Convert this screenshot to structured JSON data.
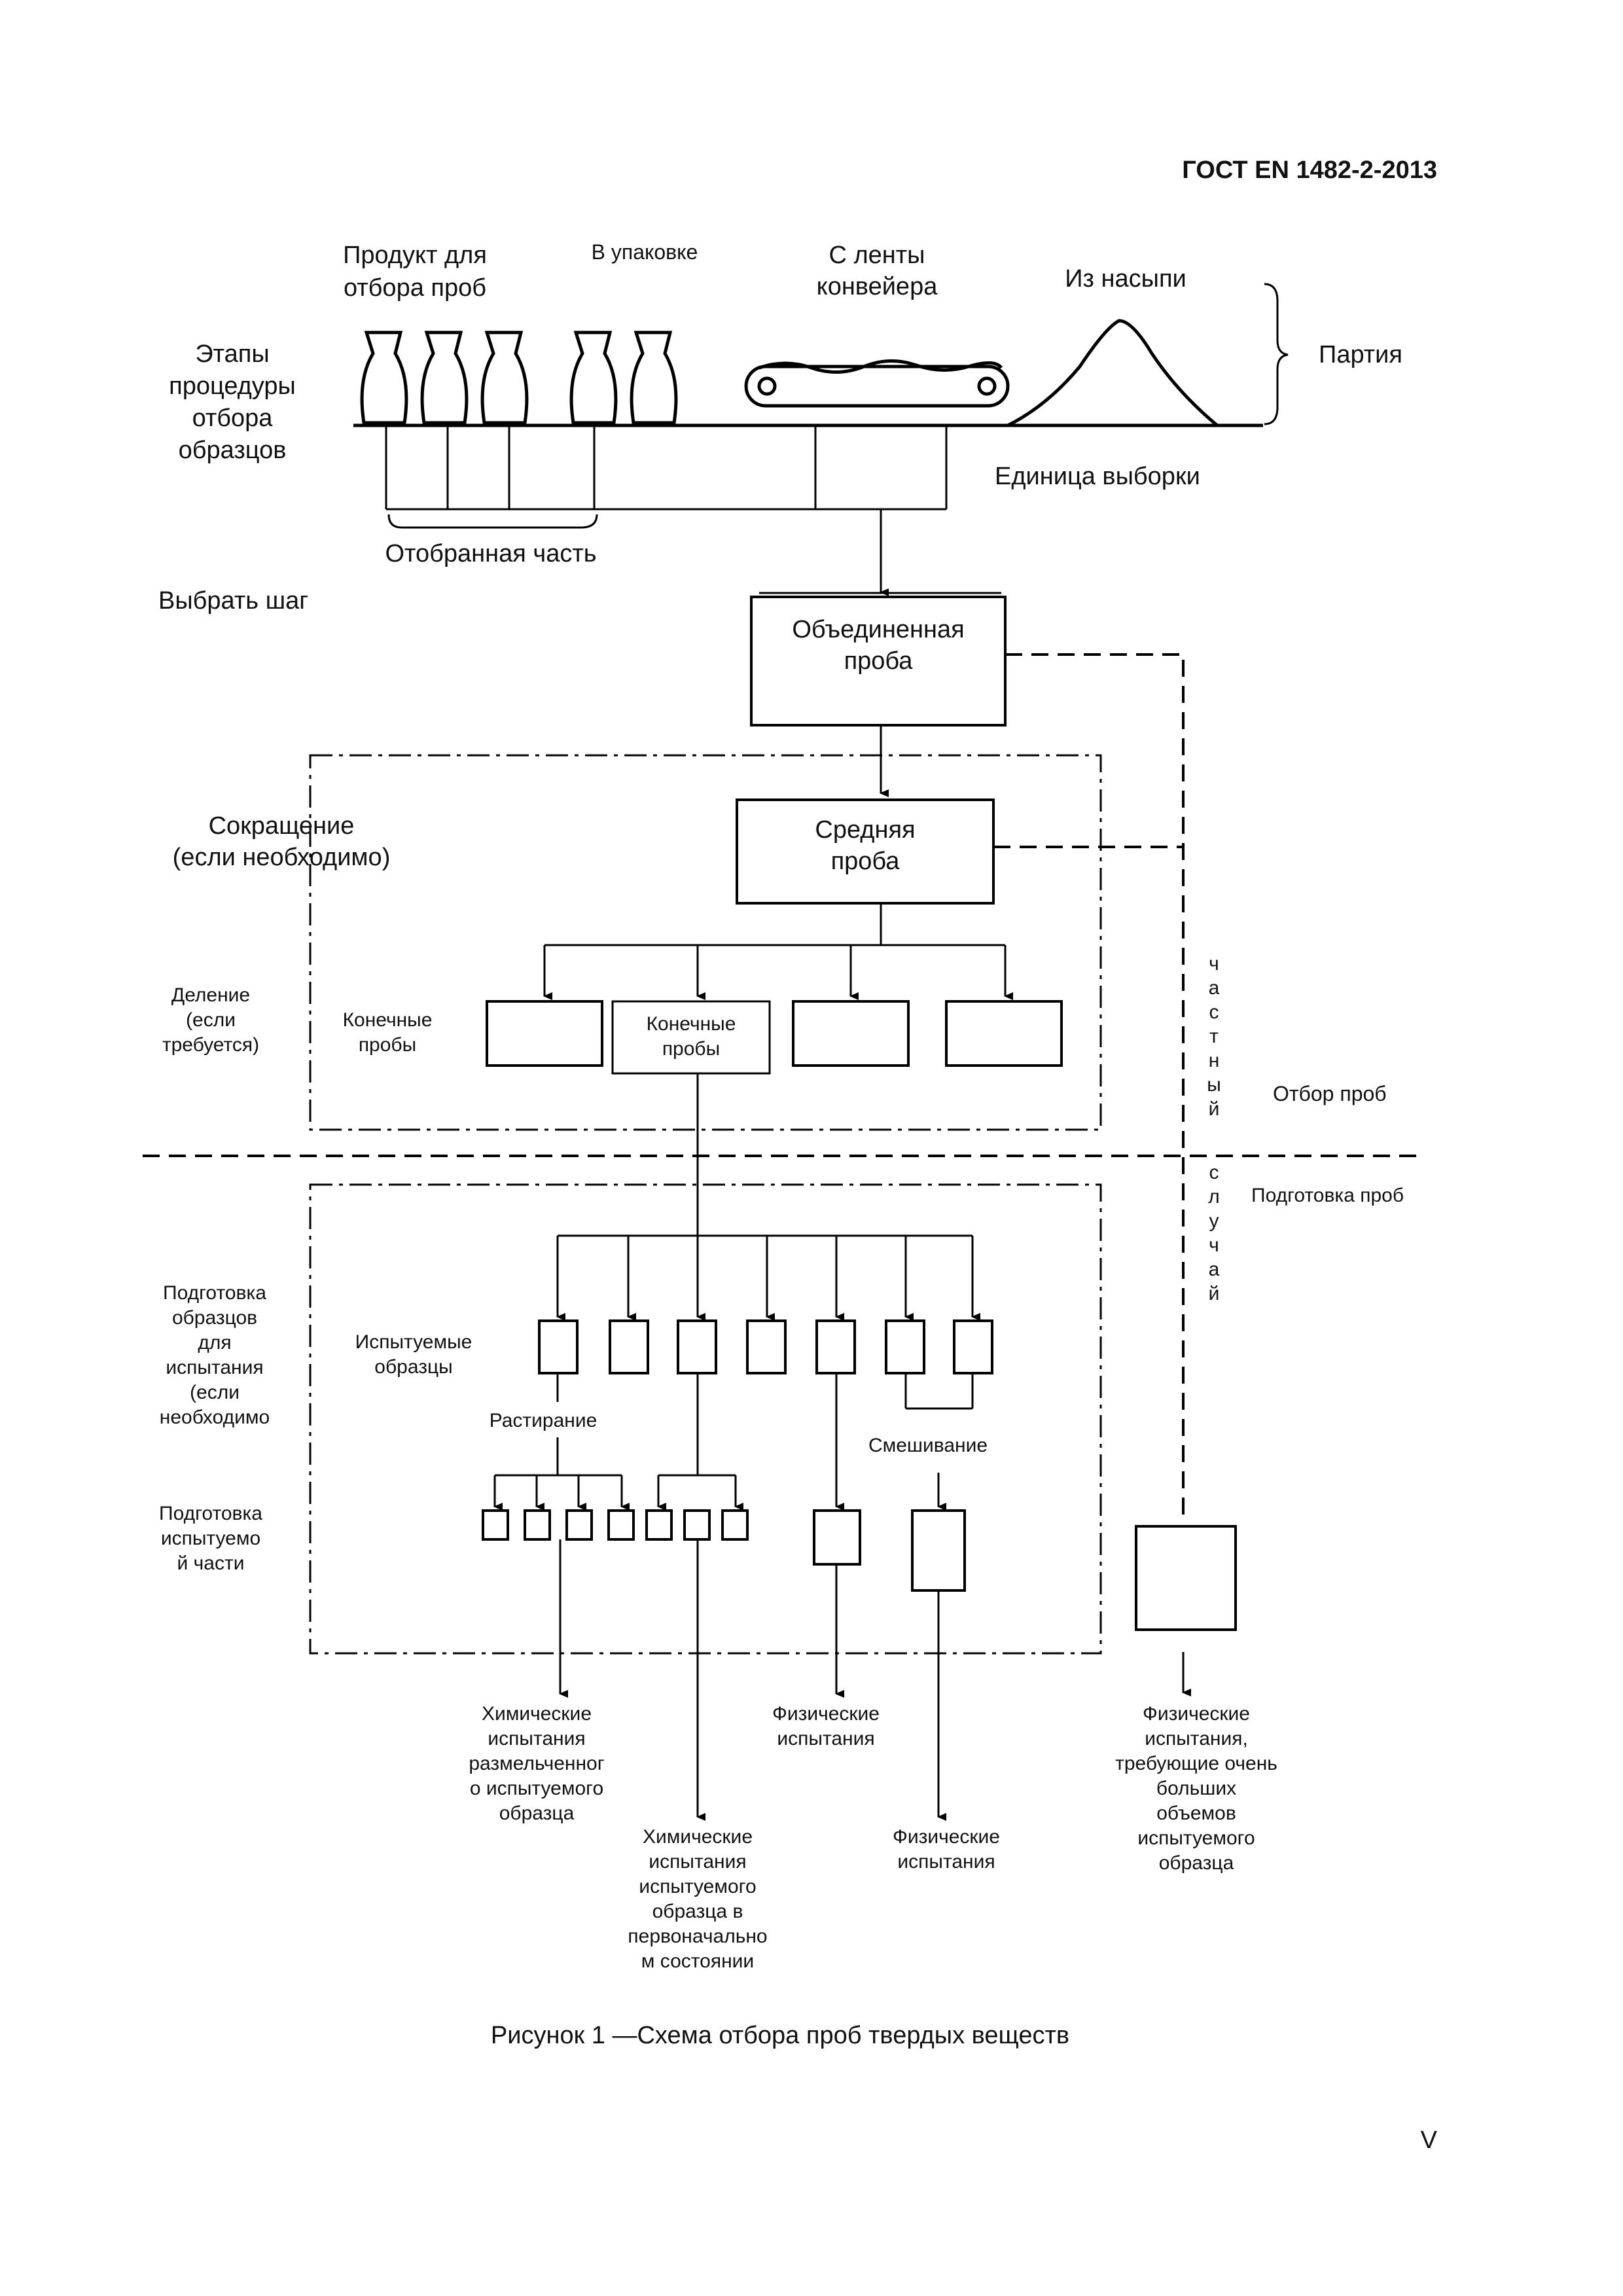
{
  "header": {
    "standard": "ГОСТ  EN 1482-2-2013"
  },
  "top": {
    "product": [
      "Продукт для",
      "отбора проб"
    ],
    "packaged": "В упаковке",
    "conveyor": [
      "С ленты",
      "конвейера"
    ],
    "heap": "Из насыпи",
    "lot": "Партия",
    "stages": [
      "Этапы",
      "процедуры",
      "отбора",
      "образцов"
    ],
    "sampling_unit": "Единица выборки",
    "selected_part": "Отобранная часть",
    "select_step": "Выбрать шаг"
  },
  "boxes": {
    "combined": [
      "Объединенная",
      "проба"
    ],
    "average": [
      "Средняя",
      "проба"
    ],
    "final_box": [
      "Конечные",
      "пробы"
    ]
  },
  "labels": {
    "reduction": [
      "Сокращение",
      "(если необходимо)"
    ],
    "division": [
      "Деление",
      "(если",
      "требуется)"
    ],
    "final": [
      "Конечные",
      "пробы"
    ],
    "special_case": [
      "ч",
      "а",
      "с",
      "т",
      "н",
      "ы",
      "й",
      "с",
      "л",
      "у",
      "ч",
      "а",
      "й"
    ],
    "sampling": "Отбор проб",
    "preparation": "Подготовка проб",
    "prep_samples": [
      "Подготовка",
      "образцов",
      "для",
      "испытания",
      "(если",
      "необходимо"
    ],
    "test_samples": [
      "Испытуемые",
      "образцы"
    ],
    "grinding": "Растирание",
    "mixing": "Смешивание",
    "prep_portion": [
      "Подготовка",
      "испытуемо",
      "й части"
    ]
  },
  "outputs": {
    "chem_ground": [
      "Химические",
      "испытания",
      "размельченног",
      "о испытуемого",
      "образца"
    ],
    "chem_original": [
      "Химические",
      "испытания",
      "испытуемого",
      "образца в",
      "первоначально",
      "м состоянии"
    ],
    "phys1": [
      "Физические",
      "испытания"
    ],
    "phys2": [
      "Физические",
      "испытания"
    ],
    "phys_large": [
      "Физические",
      "испытания,",
      "требующие очень",
      "больших",
      "объемов",
      "испытуемого",
      "образца"
    ]
  },
  "caption": "Рисунок 1 —Схема отбора проб твердых веществ",
  "page_number": "V"
}
